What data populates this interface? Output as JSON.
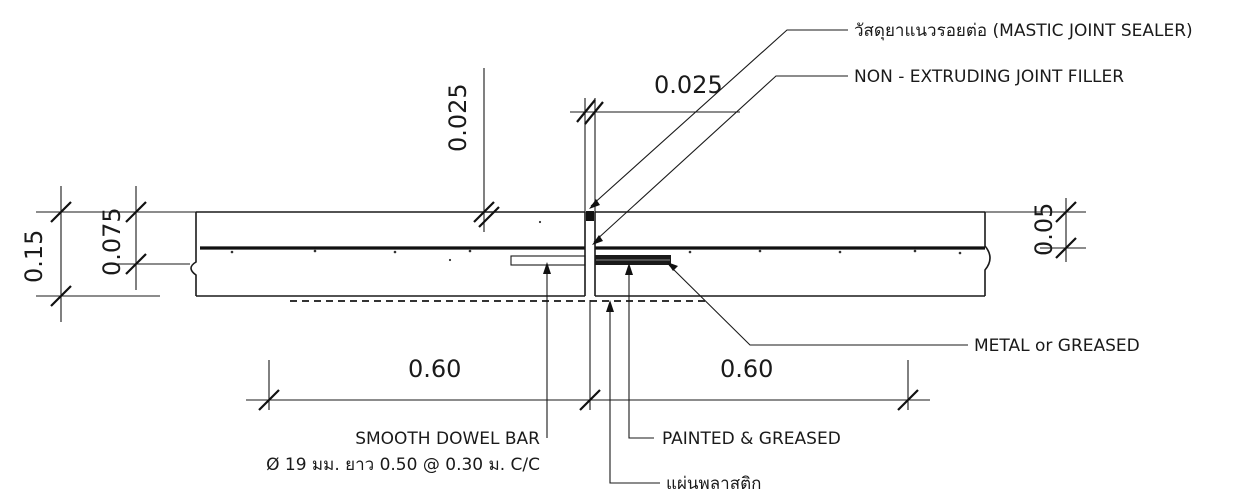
{
  "labels": {
    "mastic": "วัสดุยาแนวรอยต่อ (MASTIC JOINT SEALER)",
    "filler": "NON - EXTRUDING JOINT FILLER",
    "metal": "METAL or GREASED",
    "dowel_1": "SMOOTH DOWEL BAR",
    "dowel_2": "Ø 19 มม. ยาว 0.50 @ 0.30 ม. C/C",
    "painted": "PAINTED & GREASED",
    "plastic": "แผ่นพลาสติก"
  },
  "dimensions": {
    "top_gap": "0.025",
    "sealer_depth": "0.025",
    "slab_thickness": "0.15",
    "half_thickness": "0.075",
    "right_depth": "0.05",
    "left_length": "0.60",
    "right_length": "0.60"
  }
}
